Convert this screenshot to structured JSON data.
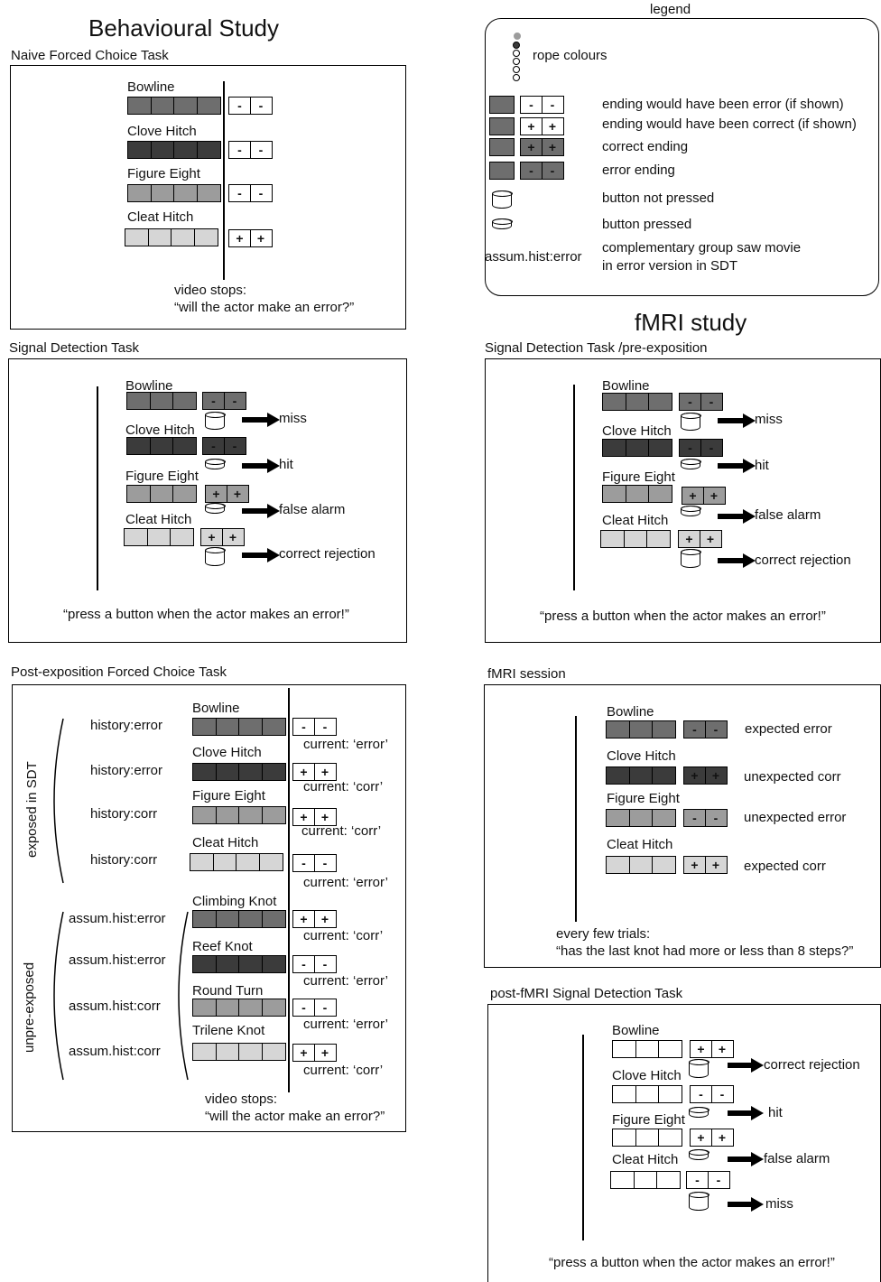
{
  "titles": {
    "behavioural": "Behavioural Study",
    "fmri": "fMRI study",
    "legend": "legend"
  },
  "colors": {
    "c1": "#6e6e6e",
    "c2": "#3b3b3b",
    "c3": "#9c9c9c",
    "c4": "#d6d6d6",
    "white": "#ffffff"
  },
  "knots": {
    "bowline": "Bowline",
    "clove": "Clove Hitch",
    "figure": "Figure Eight",
    "cleat": "Cleat Hitch",
    "climbing": "Climbing Knot",
    "reef": "Reef Knot",
    "round": "Round Turn",
    "trilene": "Trilene Knot"
  },
  "signs": {
    "minus": "-",
    "plus": "+"
  },
  "outcomes": {
    "miss": "miss",
    "hit": "hit",
    "false_alarm": "false alarm",
    "correct_rejection": "correct rejection"
  },
  "instructions": {
    "video_stops": "video stops:",
    "will_error": "“will the actor make an error?”",
    "press_button": "“press a button when the actor makes an error!”",
    "every_few": "every few trials:",
    "has_last": "“has the last knot had more or less than 8 steps?”"
  },
  "legend": {
    "rope_colours": "rope colours",
    "would_error": "ending would have been error (if shown)",
    "would_correct": "ending would have been correct (if shown)",
    "correct_ending": "correct ending",
    "error_ending": "error ending",
    "not_pressed": "button not pressed",
    "pressed": "button pressed",
    "assum": "assum.hist:error",
    "complementary_1": "complementary group saw movie",
    "complementary_2": "in error version in SDT"
  },
  "panels": {
    "naive": "Naive Forced Choice Task",
    "sdt": "Signal Detection Task",
    "post": "Post-exposition Forced Choice Task",
    "sdt_pre": "Signal Detection Task /pre-exposition",
    "session": "fMRI session",
    "post_sdt": "post-fMRI Signal Detection Task"
  },
  "post_task": {
    "group_exposed": "exposed in SDT",
    "group_unpre": "unpre-exposed",
    "hist_error": "history:error",
    "hist_corr": "history:corr",
    "assum_error": "assum.hist:error",
    "assum_corr": "assum.hist:corr",
    "cur_error": "current: ‘error’",
    "cur_corr": "current: ‘corr’"
  },
  "session_labels": {
    "expected_error": "expected error",
    "unexpected_corr": "unexpected corr",
    "unexpected_error": "unexpected error",
    "expected_corr": "expected corr"
  }
}
